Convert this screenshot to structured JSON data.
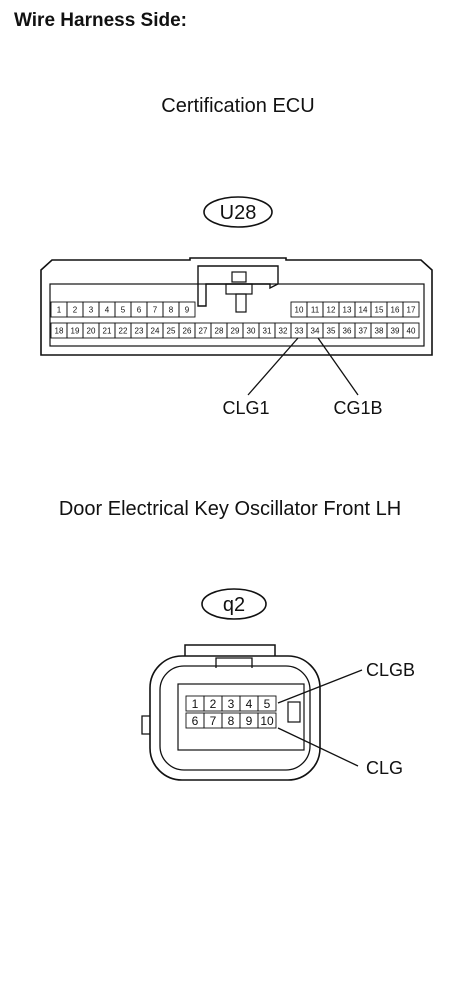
{
  "header": {
    "title": "Wire Harness Side:"
  },
  "connectors": [
    {
      "title": "Certification ECU",
      "id": "U28",
      "pins_row1": [
        "1",
        "2",
        "3",
        "4",
        "5",
        "6",
        "7",
        "8",
        "9",
        "10",
        "11",
        "12",
        "13",
        "14",
        "15",
        "16",
        "17"
      ],
      "pins_row2": [
        "18",
        "19",
        "20",
        "21",
        "22",
        "23",
        "24",
        "25",
        "26",
        "27",
        "28",
        "29",
        "30",
        "31",
        "32",
        "33",
        "34",
        "35",
        "36",
        "37",
        "38",
        "39",
        "40"
      ],
      "terminals": [
        {
          "label": "CLG1",
          "pin": "33"
        },
        {
          "label": "CG1B",
          "pin": "34"
        }
      ]
    },
    {
      "title": "Door Electrical Key Oscillator Front LH",
      "id": "q2",
      "pins_row1": [
        "1",
        "2",
        "3",
        "4",
        "5"
      ],
      "pins_row2": [
        "6",
        "7",
        "8",
        "9",
        "10"
      ],
      "terminals": [
        {
          "label": "CLGB",
          "pin": "5"
        },
        {
          "label": "CLG",
          "pin": "10"
        }
      ]
    }
  ]
}
